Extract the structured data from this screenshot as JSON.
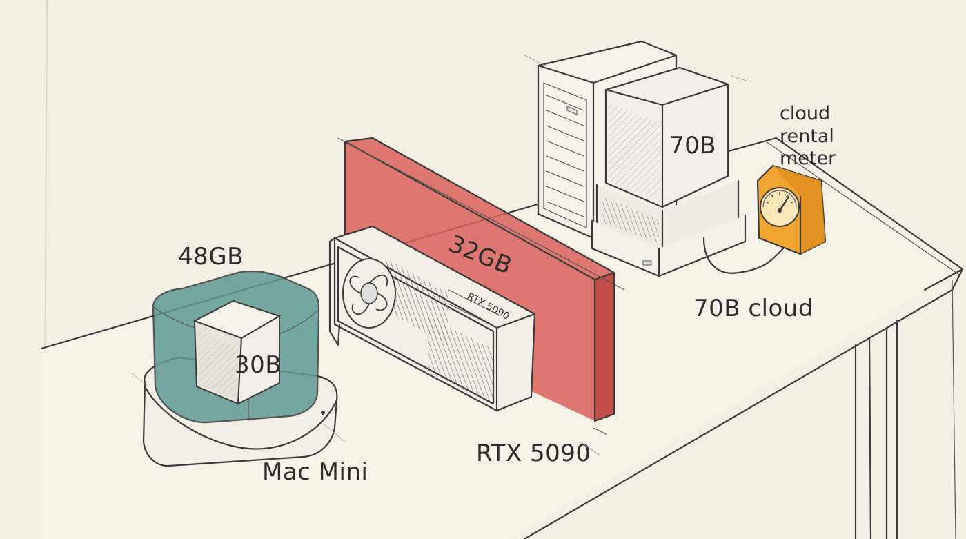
{
  "colors": {
    "paper": "#f4efe4",
    "mac_memory": "#5e9a93",
    "gpu_memory": "#d9625c",
    "meter": "#f1a531",
    "ink": "#2b2b2b"
  },
  "mac_mini": {
    "label": "Mac Mini",
    "memory": "48GB",
    "model": "30B"
  },
  "rtx": {
    "label": "RTX 5090",
    "memory": "32GB",
    "card_text": "RTX 5090"
  },
  "server": {
    "label": "70B cloud",
    "model": "70B"
  },
  "meter": {
    "line1": "cloud",
    "line2": "rental",
    "line3": "meter"
  }
}
